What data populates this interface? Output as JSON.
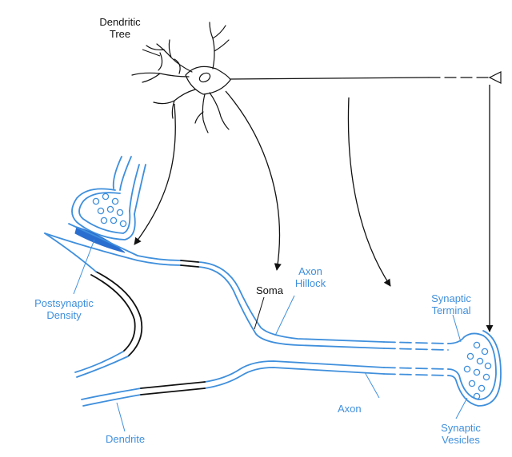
{
  "labels": {
    "dendritic_tree": [
      "Dendritic",
      "Tree"
    ],
    "soma": "Soma",
    "axon_hillock": [
      "Axon",
      "Hillock"
    ],
    "postsynaptic_density": [
      "Postsynaptic",
      "Density"
    ],
    "synaptic_terminal": [
      "Synaptic",
      "Terminal"
    ],
    "synaptic_vesicles": [
      "Synaptic",
      "Vesicles"
    ],
    "axon": "Axon",
    "dendrite": "Dendrite"
  },
  "colors": {
    "membrane": "#3f8fdc",
    "outline": "#111111",
    "density": "#2a6fd0"
  }
}
